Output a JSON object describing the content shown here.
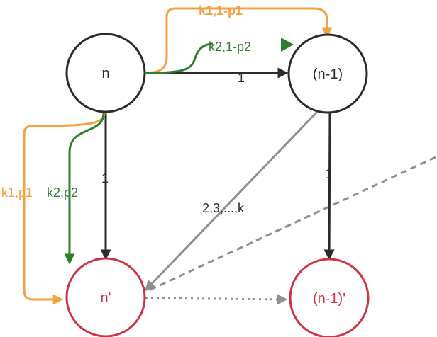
{
  "colors": {
    "black": "#2b2b2b",
    "red": "#cc3345",
    "orange": "#f5a142",
    "green": "#2f7d2f",
    "gray": "#8f8f8f",
    "background": "#ffffff"
  },
  "nodes": {
    "n": "n",
    "n_minus_1": "(n-1)",
    "n_prime": "n'",
    "n_minus_1_prime": "(n-1)'"
  },
  "edge_labels": {
    "k1_1_minus_p1": "k1,1-p1",
    "k2_1_minus_p2": "k2,1-p2",
    "one_top": "1",
    "k1_p1": "k1,p1",
    "k2_p2": "k2,p2",
    "one_left": "1",
    "one_right": "1",
    "two_to_k": "2,3,...,k"
  }
}
